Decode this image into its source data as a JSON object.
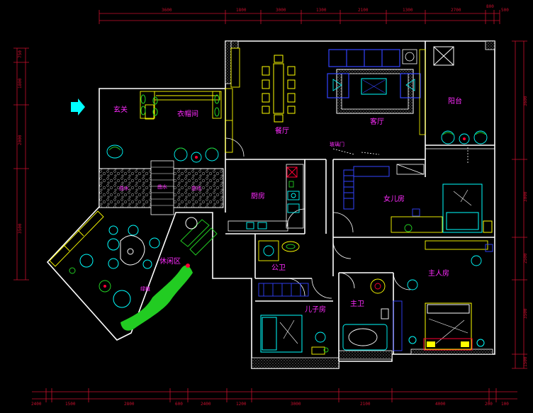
{
  "rooms": {
    "entry": "玄关",
    "closet": "衣帽间",
    "dining": "餐厅",
    "living": "客厅",
    "balcony": "阳台",
    "rock_left": "曲水",
    "rock_mid": "曲水",
    "rock_right": "曲池",
    "leisure": "休闲区",
    "kitchen": "厨房",
    "daughter": "女儿房",
    "public_bath": "公卫",
    "master_bath": "主卫",
    "son": "儿子房",
    "master": "主人房",
    "glass_door": "玻璃门",
    "garden_note": "绿植"
  },
  "dims_top": [
    "3600",
    "1800",
    "3000",
    "1300",
    "2100",
    "1300",
    "2700",
    "800",
    "500"
  ],
  "dims_left": [
    "750",
    "1800",
    "2000",
    "3500"
  ],
  "dims_right": [
    "3600",
    "3000",
    "2500",
    "3500",
    "1500"
  ],
  "dims_bottom": [
    "2400",
    "1500",
    "2800",
    "600",
    "2400",
    "1200",
    "3000",
    "2100",
    "4000",
    "200",
    "100"
  ],
  "colors": {
    "wall": "#ffffff",
    "furniture_yellow": "#ffff00",
    "furniture_cyan": "#00ffff",
    "furniture_green": "#22cc22",
    "room_label": "#ff2bff",
    "dimension": "#c8102e",
    "accent_blue": "#3344ff"
  }
}
